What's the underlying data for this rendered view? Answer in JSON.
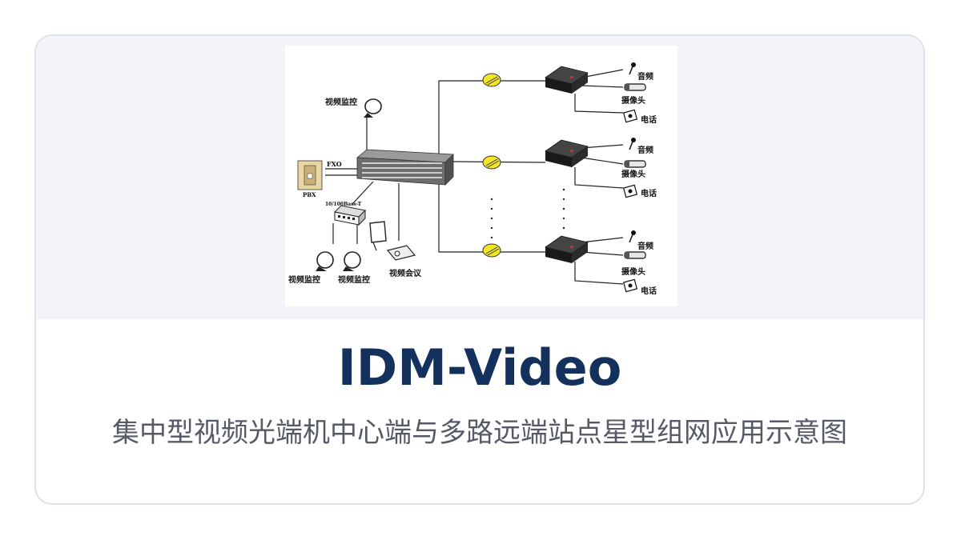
{
  "card": {
    "title": "IDM-Video",
    "subtitle": "集中型视频光端机中心端与多路远端站点星型组网应用示意图"
  },
  "diagram": {
    "labels": {
      "monitor_top": "视频监控",
      "fxo": "FXO",
      "pbx": "PBX",
      "switch": "10/100Base-T",
      "monitor_left": "视频监控",
      "monitor_mid": "视频监控",
      "conference": "视频会议"
    },
    "remote_sites": [
      {
        "audio": "音频",
        "camera": "摄像头",
        "phone": "电话"
      },
      {
        "audio": "音频",
        "camera": "摄像头",
        "phone": "电话"
      },
      {
        "audio": "音频",
        "camera": "摄像头",
        "phone": "电话"
      }
    ],
    "colors": {
      "fiber_node": "#f3e62a",
      "device": "#1a1a1a",
      "rack": "#6d6d6d"
    }
  }
}
